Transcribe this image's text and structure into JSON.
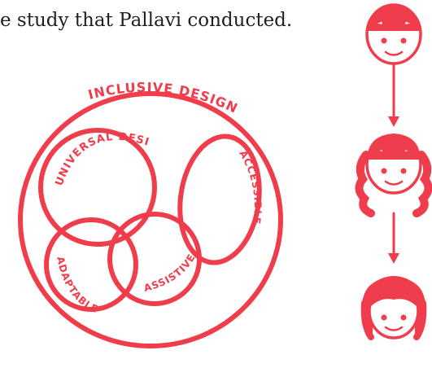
{
  "caption": "e study that Pallavi conducted.",
  "diagram": {
    "color": "#ef3d4b",
    "labels": {
      "inclusive_design": "INCLUSIVE DESIGN",
      "universal_design": "UNIVERSAL DESIGN",
      "accessible": "ACCESSIBLE",
      "adaptable": "ADAPTABLE",
      "assistive": "ASSISTIVE"
    }
  }
}
